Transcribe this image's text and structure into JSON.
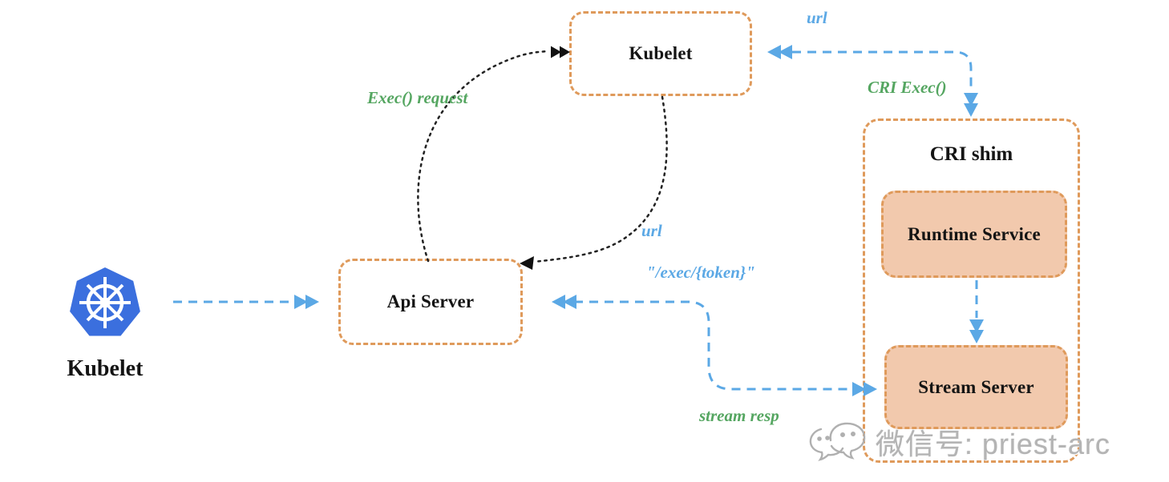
{
  "nodes": {
    "kubelet_top": {
      "label": "Kubelet"
    },
    "api_server": {
      "label": "Api Server"
    },
    "cri_shim": {
      "label": "CRI shim"
    },
    "runtime_service": {
      "label": "Runtime Service"
    },
    "stream_server": {
      "label": "Stream Server"
    },
    "kubelet_node": {
      "label": "Kubelet"
    }
  },
  "edges": {
    "exec_request": {
      "label": "Exec() request",
      "color": "#55A661"
    },
    "url_kubelet_to_api": {
      "label": "url",
      "color": "#5BA8E5"
    },
    "url_to_kubelet": {
      "label": "url",
      "color": "#5BA8E5"
    },
    "cri_exec": {
      "label": "CRI Exec()",
      "color": "#55A661"
    },
    "exec_token": {
      "label": "\"/exec/{token}\"",
      "color": "#5BA8E5"
    },
    "stream_resp": {
      "label": "stream resp",
      "color": "#55A661"
    }
  },
  "icons": {
    "kubernetes": "kubernetes-helm-logo",
    "wechat": "wechat-sketch-logo"
  },
  "watermark": {
    "text": "微信号: priest-arc"
  },
  "colors": {
    "box_border": "#DF9A5B",
    "box_fill": "#F2C9AD",
    "arrow_blue": "#5BA8E5",
    "label_green": "#55A661",
    "arrow_black": "#222222",
    "k8s_blue": "#3B6FDE",
    "watermark_gray": "#B4B4B4"
  }
}
